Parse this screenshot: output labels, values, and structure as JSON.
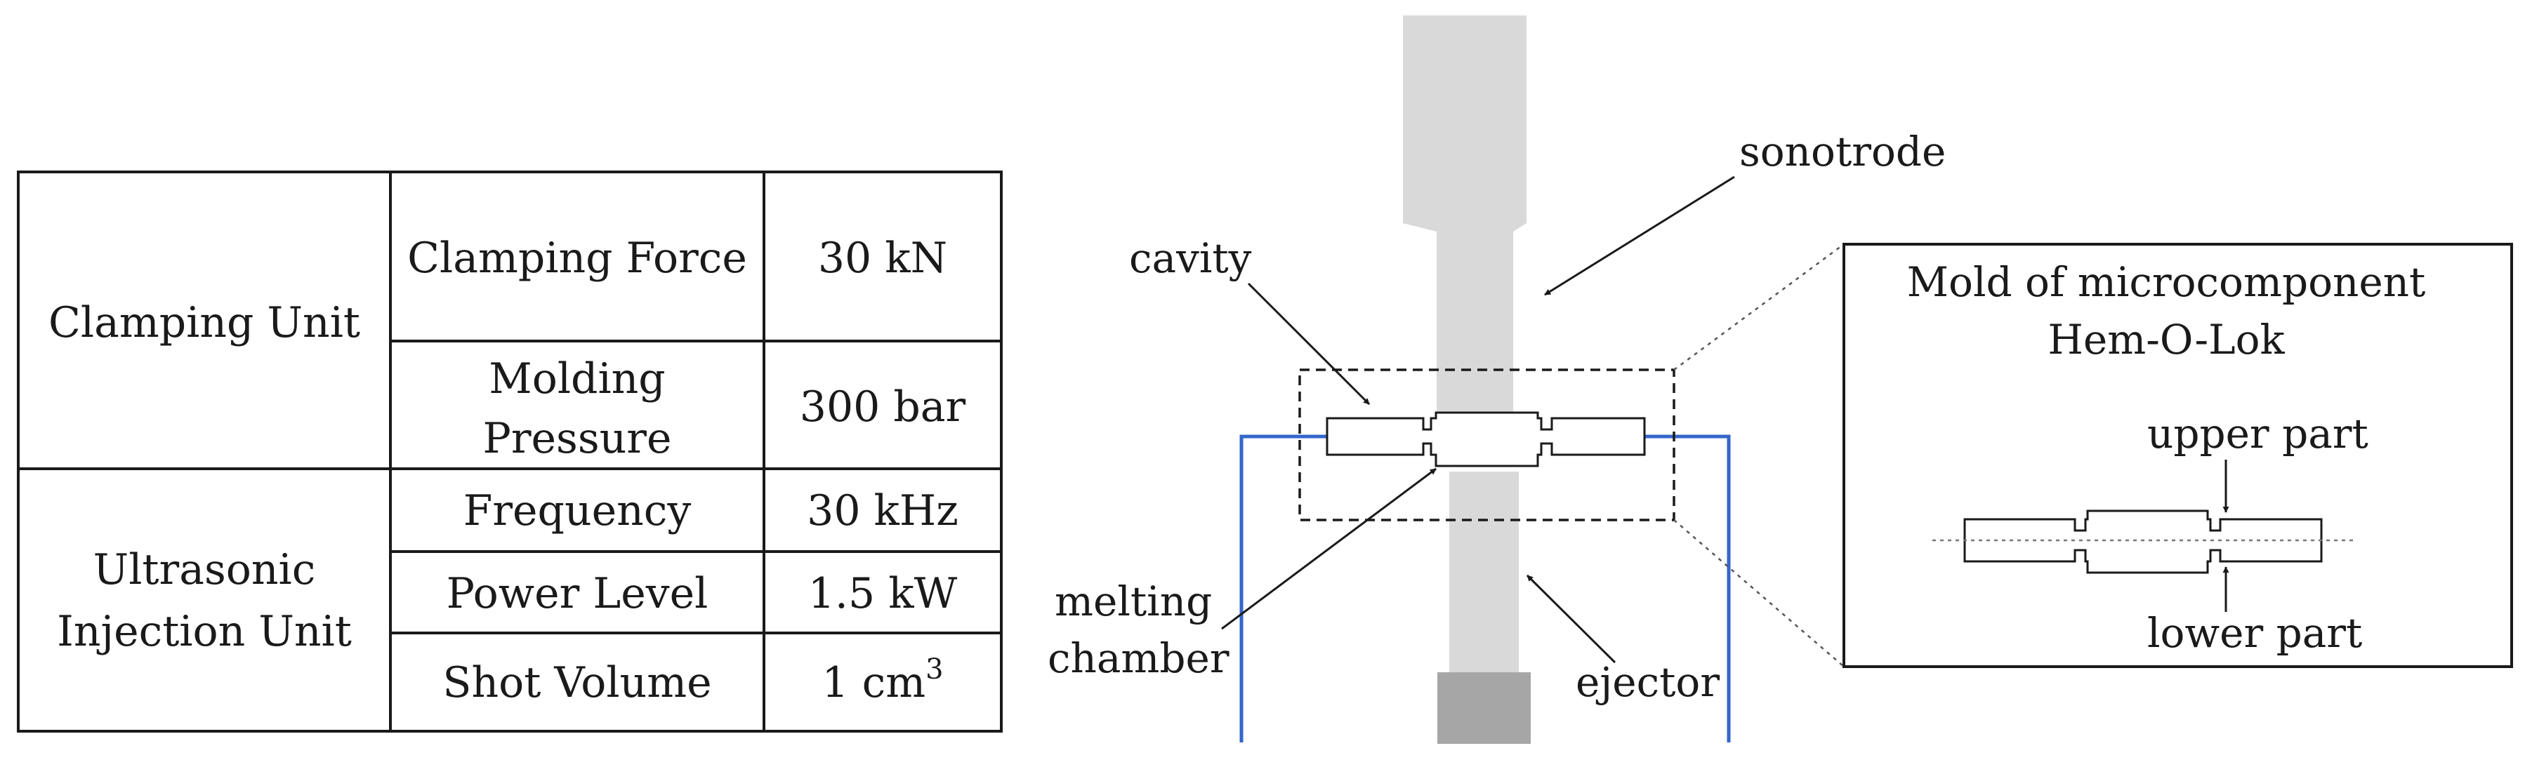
{
  "table": {
    "groups": [
      {
        "label_lines": [
          "Clamping Unit"
        ],
        "rows": [
          {
            "param_lines": [
              "Clamping Force"
            ],
            "value": "30 kN"
          },
          {
            "param_lines": [
              "Molding",
              "Pressure"
            ],
            "value": "300 bar"
          }
        ]
      },
      {
        "label_lines": [
          "Ultrasonic",
          "Injection Unit"
        ],
        "rows": [
          {
            "param_lines": [
              "Frequency"
            ],
            "value": "30 kHz"
          },
          {
            "param_lines": [
              "Power Level"
            ],
            "value": "1.5 kW"
          },
          {
            "param_lines": [
              "Shot Volume"
            ],
            "value": "1 cm",
            "value_sup": "3"
          }
        ]
      }
    ]
  },
  "labels": {
    "sonotrode": "sonotrode",
    "cavity": "cavity",
    "melting_chamber_line1": "melting",
    "melting_chamber_line2": "chamber",
    "ejector": "ejector"
  },
  "inset": {
    "title_line1": "Mold of microcomponent",
    "title_line2": "Hem-O-Lok",
    "upper_part": "upper part",
    "lower_part": "lower part"
  },
  "colors": {
    "rod": "#d9d9d9",
    "ejector_base": "#a6a6a6",
    "frame": "#3366cc",
    "ink": "#1a1a1a"
  }
}
